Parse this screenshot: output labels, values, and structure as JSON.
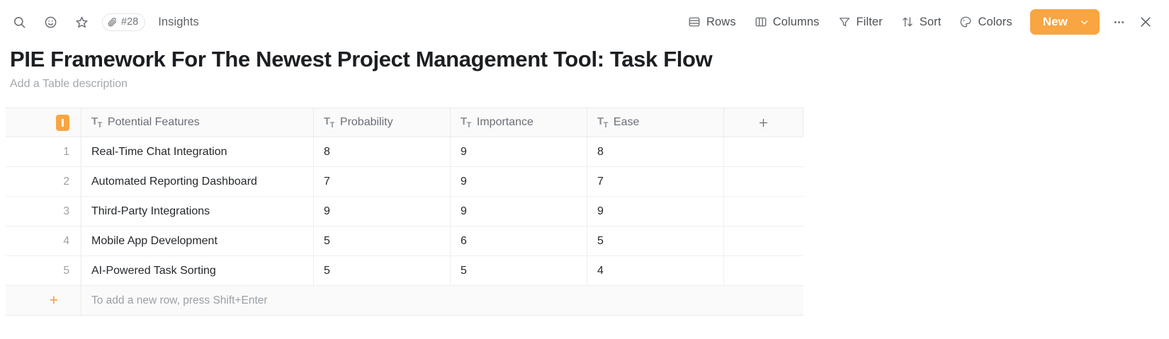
{
  "toolbar": {
    "search_icon": "search-icon",
    "emoji_icon": "emoji-smiley-icon",
    "star_icon": "star-icon",
    "ref_icon": "link-paperclip-icon",
    "ref_label": "#28",
    "insights_label": "Insights",
    "rows_label": "Rows",
    "columns_label": "Columns",
    "filter_label": "Filter",
    "sort_label": "Sort",
    "colors_label": "Colors",
    "new_label": "New",
    "more_label": "⋯",
    "accent_color": "#f8a542"
  },
  "page": {
    "title": "PIE Framework For The Newest Project Management Tool: Task Flow",
    "description_placeholder": "Add a Table description"
  },
  "table": {
    "columns": [
      {
        "label": "Potential Features",
        "type_icon": "text-type-icon"
      },
      {
        "label": "Probability",
        "type_icon": "text-type-icon"
      },
      {
        "label": "Importance",
        "type_icon": "text-type-icon"
      },
      {
        "label": "Ease",
        "type_icon": "text-type-icon"
      }
    ],
    "add_column_label": "+",
    "rows": [
      {
        "num": "1",
        "feature": "Real-Time Chat Integration",
        "probability": "8",
        "importance": "9",
        "ease": "8"
      },
      {
        "num": "2",
        "feature": "Automated Reporting Dashboard",
        "probability": "7",
        "importance": "9",
        "ease": "7"
      },
      {
        "num": "3",
        "feature": "Third-Party Integrations",
        "probability": "9",
        "importance": "9",
        "ease": "9"
      },
      {
        "num": "4",
        "feature": "Mobile App Development",
        "probability": "5",
        "importance": "6",
        "ease": "5"
      },
      {
        "num": "5",
        "feature": "AI-Powered Task Sorting",
        "probability": "5",
        "importance": "5",
        "ease": "4"
      }
    ],
    "footer": {
      "plus": "+",
      "hint": "To add a new row, press Shift+Enter"
    }
  }
}
